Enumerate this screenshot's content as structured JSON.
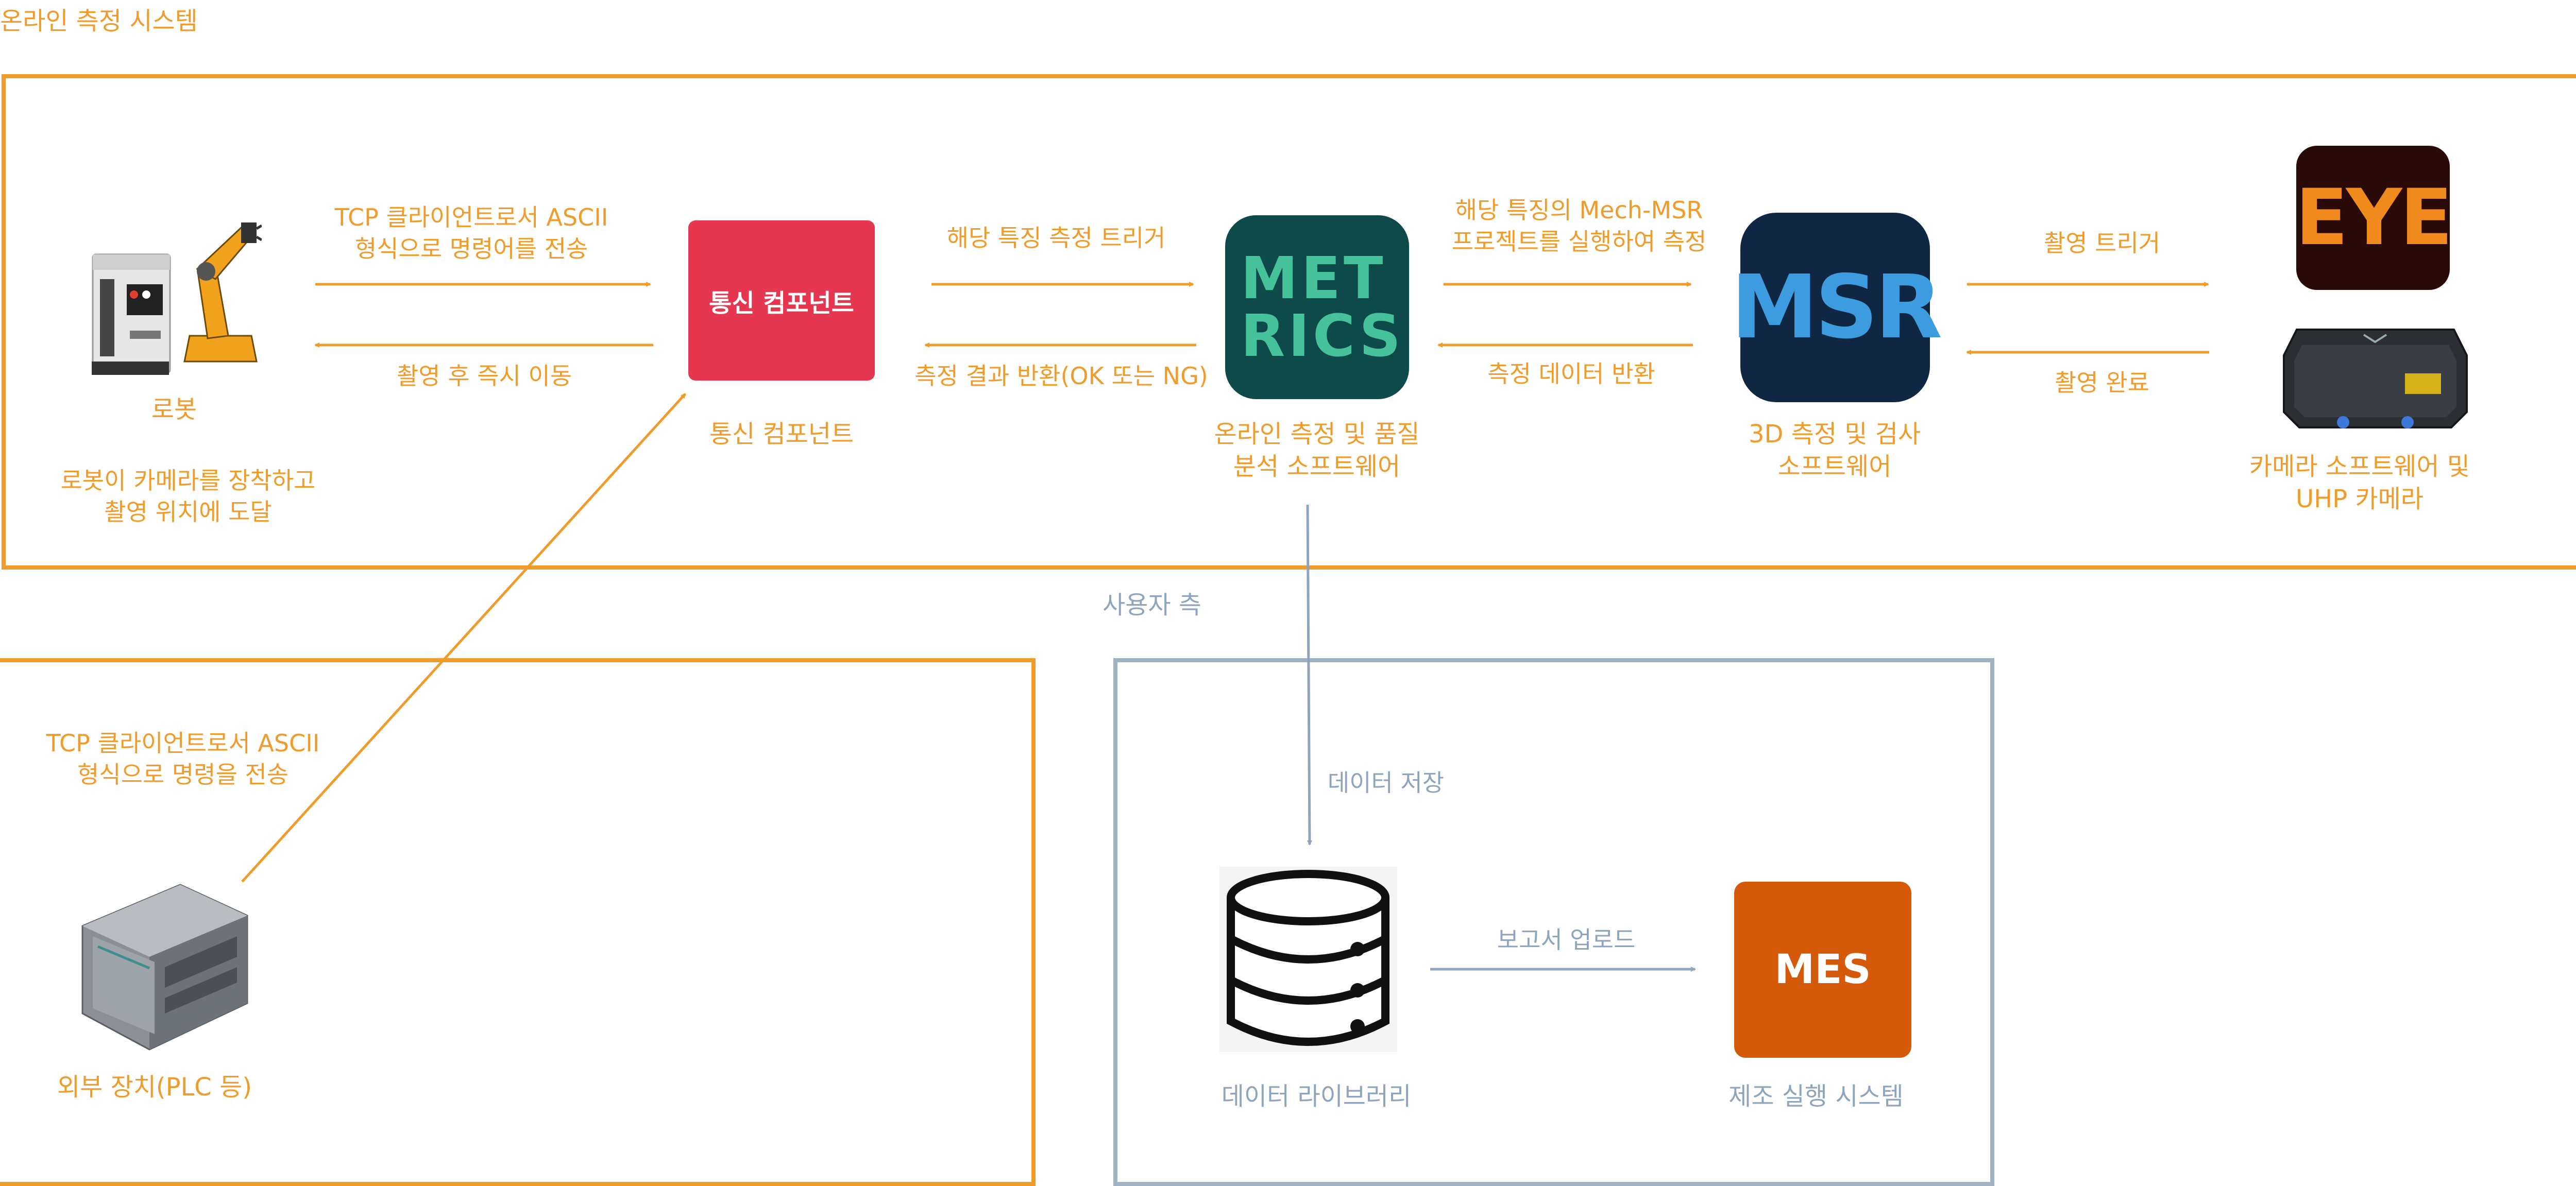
{
  "colors": {
    "accent_orange": "#f09c2c",
    "accent_blue": "#8ea5bd",
    "comm_red": "#e63750",
    "mes_orange": "#d45a0a",
    "metrics_teal": "#0f4a4b",
    "metrics_green": "#45c29a",
    "msr_navy": "#0f2742",
    "msr_blue": "#3d9be0",
    "eye_dark": "#2a0a08",
    "eye_orange": "#f08a1c"
  },
  "icons": {
    "robot": "robot-arm-icon",
    "comm": "communication-component-icon",
    "metrics": "metrics-software-icon",
    "msr": "msr-software-icon",
    "eye": "eye-camera-software-icon",
    "camera": "uhp-camera-icon",
    "plc": "plc-device-icon",
    "database": "database-icon",
    "mes": "mes-icon"
  },
  "title": "온라인 측정 시스템",
  "user_side_label": "사용자 측",
  "robot": {
    "label": "로봇",
    "note": "로봇이 카메라를 장착하고\n촬영 위치에 도달"
  },
  "comm": {
    "tile_text": "통신 컴포넌트",
    "label": "통신 컴포넌트"
  },
  "metrics": {
    "logo_text_1": "MET",
    "logo_text_2": "RICS",
    "label": "온라인 측정 및 품질\n분석 소프트웨어"
  },
  "msr": {
    "logo_text": "MSR",
    "label": "3D 측정 및 검사\n소프트웨어"
  },
  "eye": {
    "logo_text": "EYE"
  },
  "camera": {
    "label": "카메라 소프트웨어 및\nUHP 카메라"
  },
  "plc": {
    "label": "외부 장치(PLC 등)"
  },
  "database": {
    "label": "데이터 라이브러리"
  },
  "mes": {
    "tile_text": "MES",
    "label": "제조 실행 시스템"
  },
  "edges": {
    "robot_to_comm": "TCP 클라이언트로서 ASCII\n형식으로 명령어를 전송",
    "comm_to_robot": "촬영 후 즉시 이동",
    "comm_to_metrics": "해당 특징 측정 트리거",
    "metrics_to_comm": "측정 결과 반환(OK 또는 NG)",
    "metrics_to_msr": "해당 특징의 Mech-MSR\n프로젝트를 실행하여 측정",
    "msr_to_metrics": "측정 데이터 반환",
    "msr_to_camera": "촬영 트리거",
    "camera_to_msr": "촬영 완료",
    "plc_to_comm": "TCP 클라이언트로서 ASCII\n형식으로 명령을 전송",
    "metrics_to_database": "데이터 저장",
    "database_to_mes": "보고서 업로드"
  }
}
